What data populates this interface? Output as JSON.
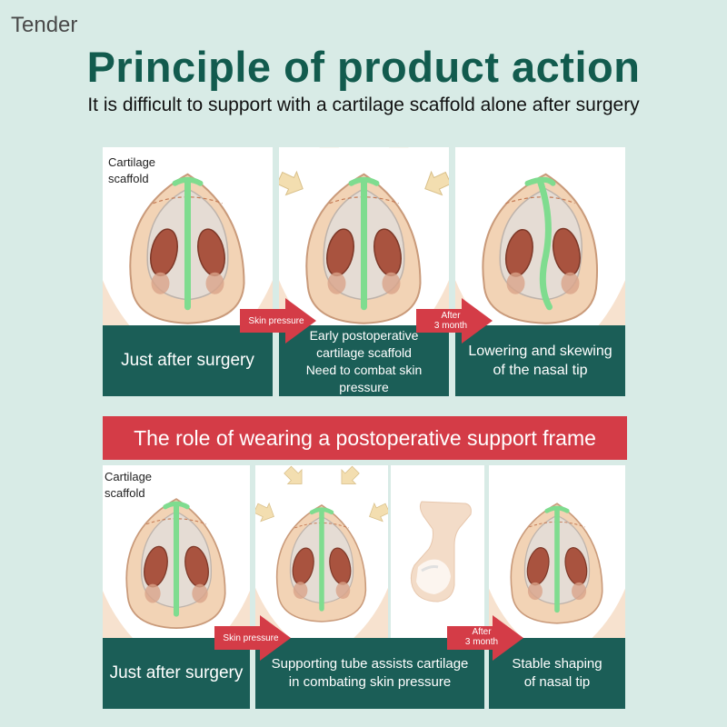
{
  "brand": "Tender",
  "header": {
    "title": "Principle of product action",
    "subtitle": "It is difficult to support with a cartilage scaffold alone after surgery"
  },
  "top_row": {
    "label_cartilage": "Cartilage\nscaffold",
    "captions": [
      "Just after surgery",
      "Early postoperative\ncartilage scaffold\nNeed to combat skin\npressure",
      "Lowering and skewing\nof the nasal tip"
    ],
    "arrow1": "Skin pressure",
    "arrow2": "After\n3 month"
  },
  "banner": "The role of wearing a postoperative support frame",
  "bottom_row": {
    "label_cartilage": "Cartilage\nscaffold",
    "captions": [
      "Just after surgery",
      "Supporting tube assists cartilage\nin combating skin pressure",
      "Stable shaping\nof nasal tip"
    ],
    "arrow1": "Skin pressure",
    "arrow2": "After\n3 month"
  },
  "colors": {
    "background": "#d8ebe6",
    "teal_dark": "#1b5e57",
    "title": "#125b4e",
    "red": "#d43c47",
    "skin": "#f2d3b5",
    "nostril": "#a9533f",
    "scaffold": "#7fdc8f",
    "pressure_arrow": "#f3deb0"
  }
}
